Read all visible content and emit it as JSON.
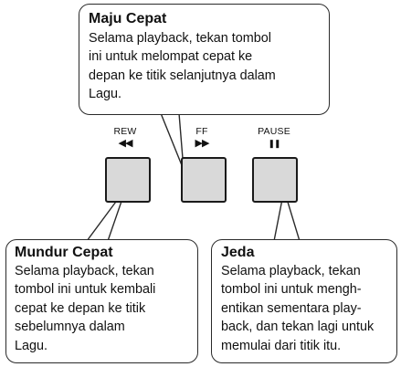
{
  "callouts": {
    "top": {
      "title": "Maju Cepat",
      "lines": [
        "Selama playback, tekan tombol",
        "ini untuk melompat cepat ke",
        "depan ke titik selanjutnya dalam",
        "Lagu."
      ]
    },
    "left": {
      "title": "Mundur Cepat",
      "lines": [
        "Selama playback, tekan",
        "tombol ini untuk kembali",
        "cepat ke depan ke titik",
        "sebelumnya dalam",
        "Lagu."
      ]
    },
    "right": {
      "title": "Jeda",
      "lines": [
        "Selama playback, tekan",
        "tombol ini untuk mengh-",
        "entikan sementara play-",
        "back, dan tekan lagi untuk",
        "memulai dari titik itu."
      ]
    }
  },
  "buttons": {
    "rew": {
      "label": "REW",
      "symbol": "◀◀"
    },
    "ff": {
      "label": "FF",
      "symbol": "▶▶"
    },
    "pause": {
      "label": "PAUSE",
      "symbol": "❚❚"
    }
  }
}
